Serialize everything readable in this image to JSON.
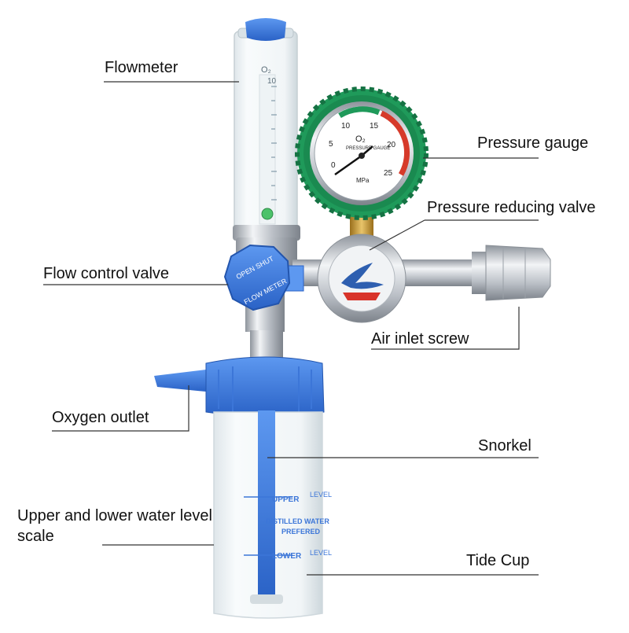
{
  "labels": {
    "flowmeter": "Flowmeter",
    "pressure_gauge": "Pressure gauge",
    "pressure_reducing_valve": "Pressure reducing valve",
    "flow_control_valve": "Flow control valve",
    "air_inlet_screw": "Air inlet screw",
    "oxygen_outlet": "Oxygen outlet",
    "snorkel": "Snorkel",
    "water_level_scale": "Upper and lower water level scale",
    "tide_cup": "Tide Cup"
  },
  "flowmeter_tube": {
    "gas": "O₂",
    "max": "10"
  },
  "gauge": {
    "gas": "O₂",
    "caption": "PRESSURE GAUGE",
    "unit": "MPa",
    "ticks": [
      "0",
      "5",
      "10",
      "15",
      "20",
      "25"
    ]
  },
  "valve_knob": {
    "text_top": "OPEN SHUT",
    "text_bottom": "FLOW METER"
  },
  "cup_scale": {
    "upper": "UPPER",
    "level": "LEVEL",
    "distilled": "DISTILLED WATER",
    "prefered": "PREFERED",
    "lower": "LOWER"
  },
  "colors": {
    "blue": "#2e6fd6",
    "gauge_green": "#1f9a5a",
    "gauge_red": "#d63a2a",
    "chrome": "#c8ccd2",
    "brass": "#c89a3a"
  }
}
